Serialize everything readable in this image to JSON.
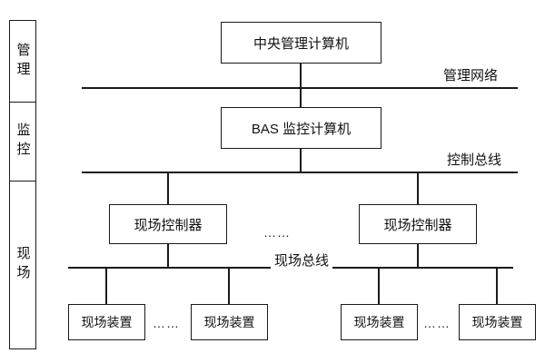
{
  "sidebar": {
    "layers": [
      {
        "label": "管理"
      },
      {
        "label": "监控"
      },
      {
        "label": "现场"
      }
    ]
  },
  "diagram": {
    "central_computer": "中央管理计算机",
    "bas_computer": "BAS 监控计算机",
    "field_controller_left": "现场控制器",
    "field_controller_right": "现场控制器",
    "devices": [
      "现场装置",
      "现场装置",
      "现场装置",
      "现场装置"
    ],
    "bus_labels": {
      "management": "管理网络",
      "control": "控制总线",
      "field": "现场总线"
    },
    "ellipsis": "……"
  }
}
